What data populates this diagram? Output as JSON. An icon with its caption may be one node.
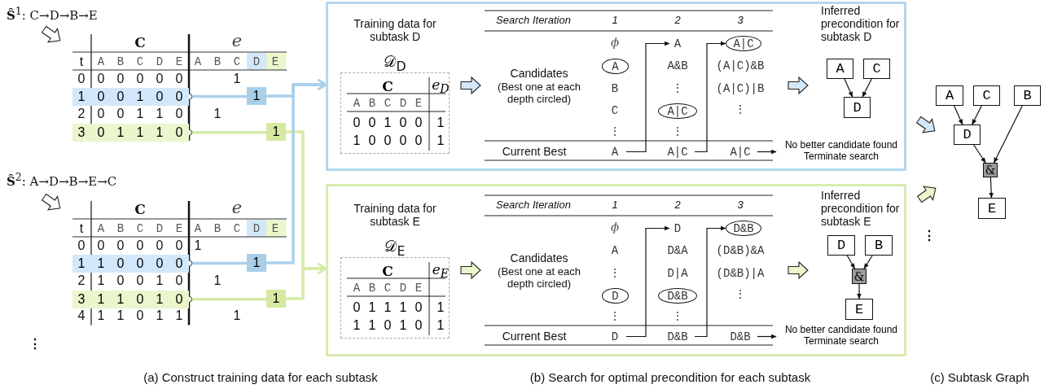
{
  "diagram": {
    "nodes": [
      {
        "text": [
          "1"
        ]
      },
      {
        "text": [
          "1"
        ]
      },
      {
        "text": [
          "1"
        ]
      },
      {
        "text": [
          "1"
        ]
      },
      {
        "text": [],
        "shape": "box"
      },
      {
        "text": [
          "C",
          "*e*$_{D}$",
          "A",
          "B",
          "C",
          "D",
          "E",
          "0",
          "0",
          "1",
          "0",
          "0",
          "1",
          "1",
          "0",
          "0",
          "0",
          "0",
          "1"
        ],
        "in": 4
      },
      {
        "text": [
          "A"
        ],
        "in": 4
      },
      {
        "text": [
          "A"
        ],
        "in": 4
      },
      {
        "text": [
          "A|C"
        ],
        "in": 4
      },
      {
        "text": [
          "A|C"
        ],
        "in": 4
      },
      {
        "text": [
          "A"
        ],
        "in": 4
      },
      {
        "text": [
          "A|C"
        ],
        "in": 4
      },
      {
        "text": [
          "A|C"
        ],
        "in": 4
      },
      {
        "text": [
          "No better candidate found Terminate search"
        ],
        "in": 4
      },
      {
        "text": [
          "A"
        ],
        "in": 4
      },
      {
        "text": [
          "C"
        ],
        "in": 4
      },
      {
        "text": [
          "D"
        ],
        "in": 4
      },
      {
        "text": [],
        "shape": "box"
      },
      {
        "text": [
          "C",
          "*e*$_{E}$",
          "A",
          "B",
          "C",
          "D",
          "E",
          "0",
          "1",
          "1",
          "1",
          "0",
          "1",
          "1",
          "1",
          "0",
          "1",
          "0",
          "1"
        ],
        "in": 17
      },
      {
        "text": [
          "D"
        ],
        "in": 17
      },
      {
        "text": [
          "D"
        ],
        "in": 17
      },
      {
        "text": [
          "D&B"
        ],
        "in": 17
      },
      {
        "text": [
          "D&B"
        ],
        "in": 17
      },
      {
        "text": [
          "D"
        ],
        "in": 17
      },
      {
        "text": [
          "D&B"
        ],
        "in": 17
      },
      {
        "text": [
          "D&B"
        ],
        "in": 17
      },
      {
        "text": [
          "No better candidate found Terminate search"
        ],
        "in": 17
      },
      {
        "text": [
          "D"
        ],
        "in": 17
      },
      {
        "text": [
          "B"
        ],
        "in": 17
      },
      {
        "text": [
          "&"
        ],
        "in": 17
      },
      {
        "text": [
          "E"
        ],
        "in": 17
      },
      {
        "text": [
          "A"
        ]
      },
      {
        "text": [
          "C"
        ]
      },
      {
        "text": [
          "B"
        ]
      },
      {
        "text": [
          "D"
        ]
      },
      {
        "text": [
          "&"
        ]
      },
      {
        "text": [
          "E"
        ]
      },
      {
        "text": [
          "1",
          "0",
          "0",
          "1",
          "0",
          "0"
        ]
      },
      {
        "text": [
          "3",
          "0",
          "1",
          "1",
          "1",
          "0"
        ]
      },
      {
        "text": [
          "1",
          "1",
          "0",
          "0",
          "0",
          "0"
        ]
      },
      {
        "text": [
          "3",
          "1",
          "1",
          "0",
          "1",
          "0"
        ]
      }
    ],
    "edges": [
      {
        "from": 0,
        "to": 4,
        "arrow": "to",
        "style": "thick",
        "color": "#a9d0ec"
      },
      {
        "from": 1,
        "to": 17,
        "arrow": "to",
        "style": "thick",
        "color": "#d6eba6"
      },
      {
        "from": 2,
        "to": 4,
        "arrow": "to",
        "style": "thick",
        "color": "#a9d0ec"
      },
      {
        "from": 3,
        "to": 17,
        "arrow": "to",
        "style": "thick",
        "color": "#d6eba6"
      },
      {
        "from": 10,
        "to": 7,
        "arrow": "to"
      },
      {
        "from": 11,
        "to": 9,
        "arrow": "to"
      },
      {
        "from": 12,
        "to": 13,
        "arrow": "to"
      },
      {
        "from": 14,
        "to": 16,
        "arrow": "to"
      },
      {
        "from": 15,
        "to": 16,
        "arrow": "to"
      },
      {
        "from": 23,
        "to": 20,
        "arrow": "to"
      },
      {
        "from": 24,
        "to": 22,
        "arrow": "to"
      },
      {
        "from": 25,
        "to": 26,
        "arrow": "to"
      },
      {
        "from": 27,
        "to": 29,
        "arrow": "to"
      },
      {
        "from": 28,
        "to": 29,
        "arrow": "to"
      },
      {
        "from": 29,
        "to": 30,
        "arrow": "to"
      },
      {
        "from": 31,
        "to": 34,
        "arrow": "to"
      },
      {
        "from": 32,
        "to": 34,
        "arrow": "to"
      },
      {
        "from": 34,
        "to": 35,
        "arrow": "to"
      },
      {
        "from": 33,
        "to": 35,
        "arrow": "to"
      },
      {
        "from": 35,
        "to": 36,
        "arrow": "to"
      },
      {
        "from": 37,
        "to": 0,
        "arrow": "other",
        "style": "thick",
        "color": "#a9d0ec"
      },
      {
        "from": 38,
        "to": 1,
        "arrow": "other",
        "style": "thick",
        "color": "#d6eba6"
      },
      {
        "from": 39,
        "to": 2,
        "arrow": "other",
        "style": "thick",
        "color": "#a9d0ec"
      },
      {
        "from": 40,
        "to": 3,
        "arrow": "other",
        "style": "thick",
        "color": "#d6eba6"
      }
    ],
    "labels": [
      "**Ŝ**$^{1}$: C→D→B→E",
      "C",
      "e",
      "t",
      "A",
      "B",
      "C",
      "D",
      "E",
      "A",
      "B",
      "C",
      "D",
      "E",
      "0",
      "0",
      "0",
      "0",
      "0",
      "0",
      "1",
      "2",
      "0",
      "0",
      "1",
      "1",
      "0",
      "1",
      "**Ŝ**$^{2}$: A→D→B→E→C",
      "C",
      "e",
      "t",
      "A",
      "B",
      "C",
      "D",
      "E",
      "A",
      "B",
      "C",
      "D",
      "E",
      "0",
      "0",
      "0",
      "0",
      "0",
      "0",
      "1",
      "2",
      "1",
      "0",
      "0",
      "1",
      "0",
      "1",
      "4",
      "1",
      "1",
      "0",
      "1",
      "1",
      "1",
      "⋮",
      "Training data for subtask D",
      "𝒟$_{D}$",
      "Search Iteration",
      "1",
      "2",
      "3",
      "Candidates",
      "(Best one at each depth circled)",
      "ϕ",
      "B",
      "C",
      "⋮",
      "A&B",
      "⋮",
      "⋮",
      "(A|C)&B",
      "(A|C)|B",
      "⋮",
      "Current Best",
      "Inferred precondition for subtask D",
      "Training data for subtask E",
      "𝒟$_{E}$",
      "Search Iteration",
      "1",
      "2",
      "3",
      "Candidates",
      "(Best one at each depth circled)",
      "ϕ",
      "A",
      "⋮",
      "⋮",
      "D&A",
      "D|A",
      "⋮",
      "(D&B)&A",
      "(D&B)|A",
      "⋮",
      "Current Best",
      "Inferred precondition for subtask E",
      "⋮",
      "(a) Construct training data for each subtask",
      "(b) Search for optimal precondition for each subtask",
      "(c) Subtask Graph"
    ]
  }
}
